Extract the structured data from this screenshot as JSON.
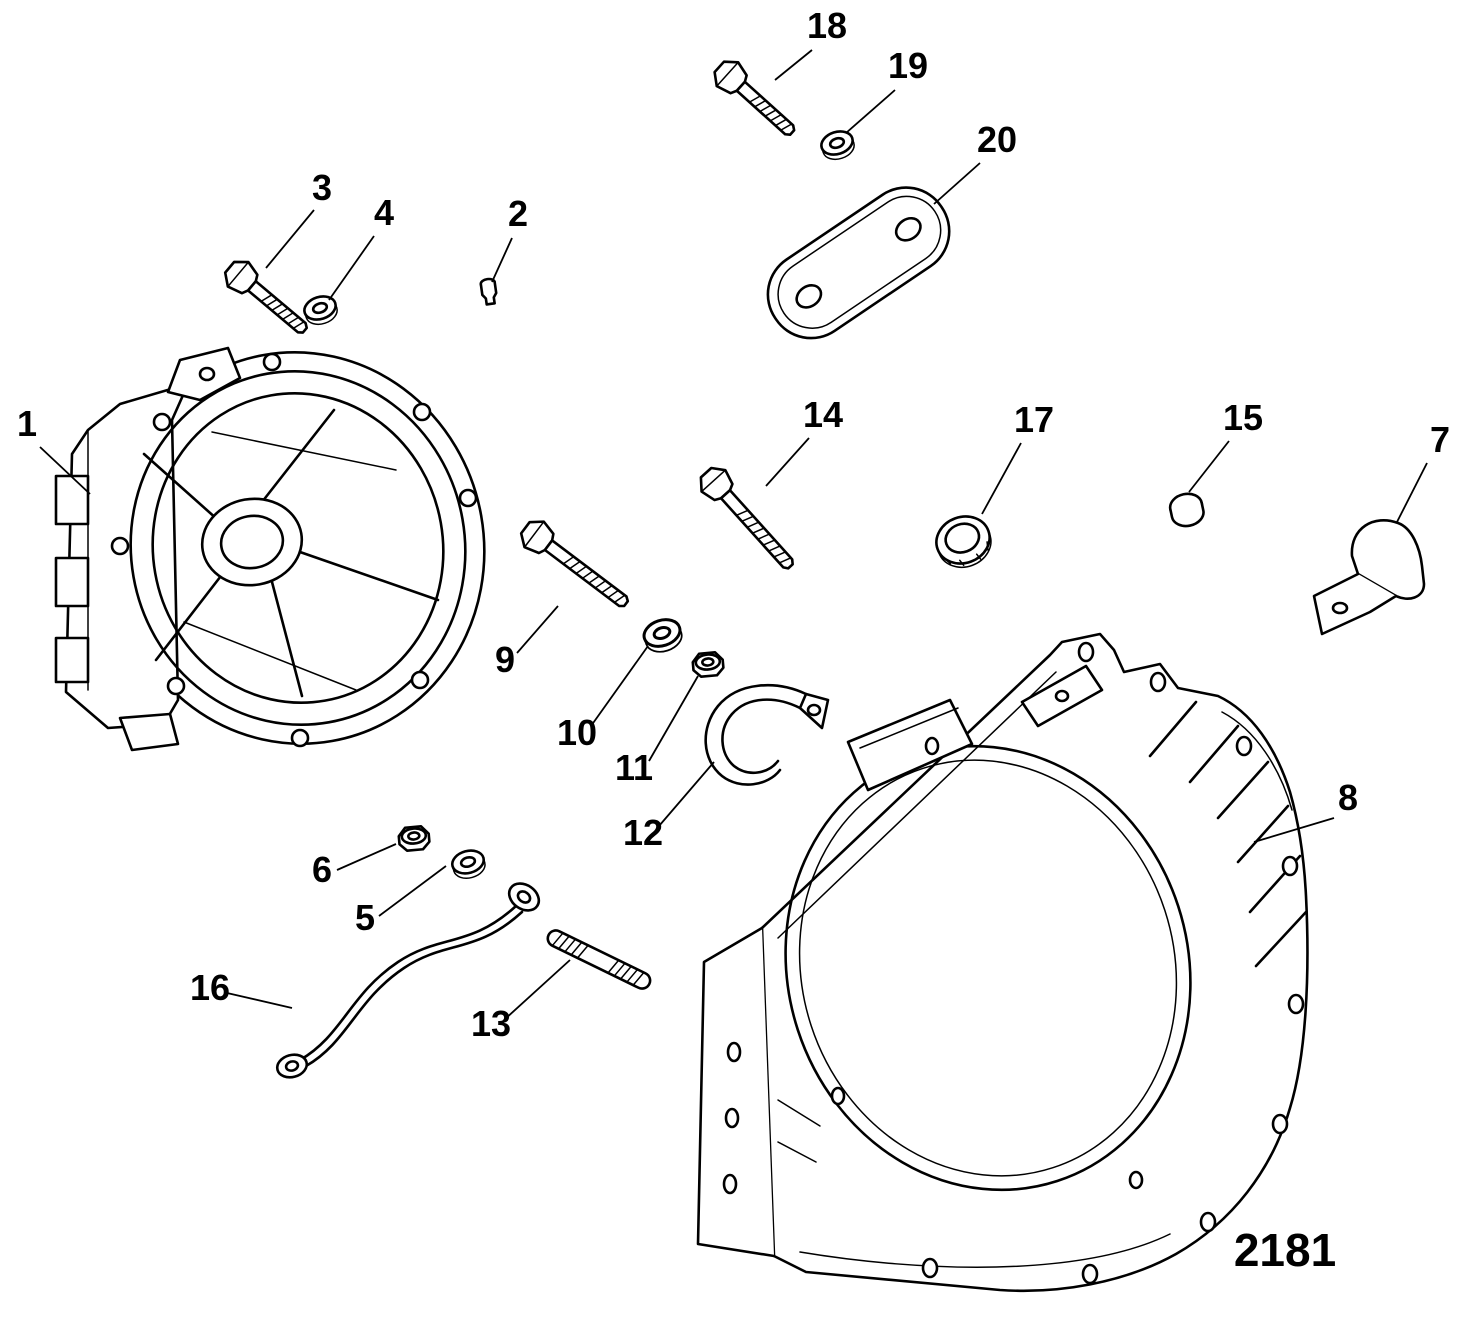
{
  "figure": {
    "number": "2181"
  },
  "callouts": {
    "c1": "1",
    "c2": "2",
    "c3": "3",
    "c4": "4",
    "c5": "5",
    "c6": "6",
    "c7": "7",
    "c8": "8",
    "c9": "9",
    "c10": "10",
    "c11": "11",
    "c12": "12",
    "c13": "13",
    "c14": "14",
    "c15": "15",
    "c16": "16",
    "c17": "17",
    "c18": "18",
    "c19": "19",
    "c20": "20"
  }
}
